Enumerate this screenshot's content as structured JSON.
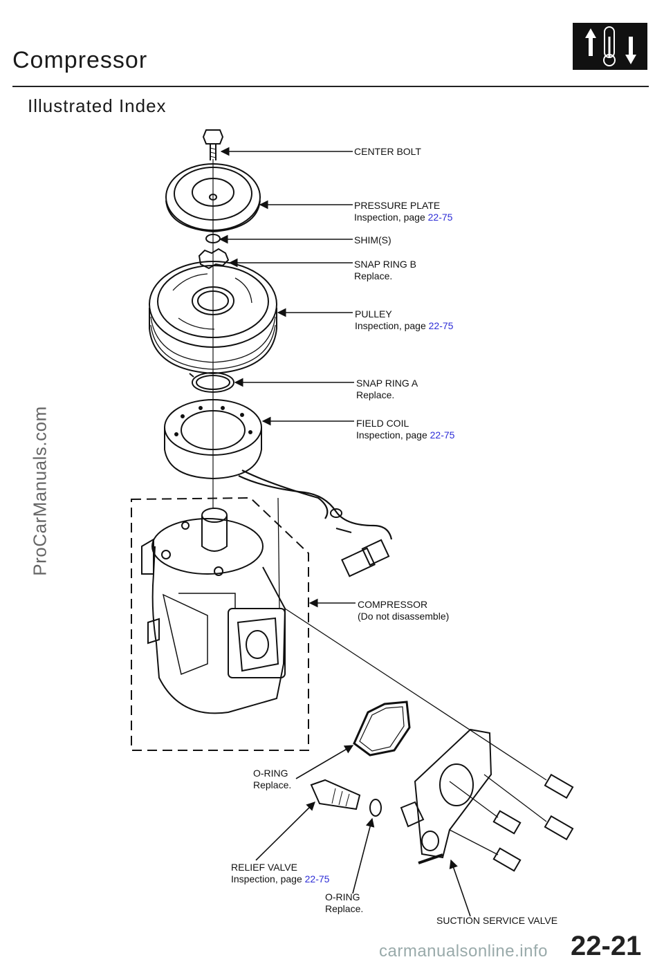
{
  "header": {
    "title": "Compressor",
    "subtitle": "Illustrated  Index",
    "section_icon": "thermometer-arrows-icon"
  },
  "watermark": "ProCarManuals.com",
  "footer": {
    "site": "carmanualsonline.info",
    "page_number": "22-21"
  },
  "parts": {
    "center_bolt": {
      "name": "CENTER  BOLT"
    },
    "pressure_plate": {
      "name": "PRESSURE PLATE",
      "note": "Inspection, page ",
      "page": "22-75"
    },
    "shims": {
      "name": "SHIM(S)"
    },
    "snap_ring_b": {
      "name": "SNAP  RING  B",
      "note": "Replace."
    },
    "pulley": {
      "name": "PULLEY",
      "note": "Inspection, page ",
      "page": "22-75"
    },
    "snap_ring_a": {
      "name": "SNAP  RING  A",
      "note": "Replace."
    },
    "field_coil": {
      "name": "FIELD COIL",
      "note": "Inspection, page ",
      "page": "22-75"
    },
    "compressor": {
      "name": "COMPRESSOR",
      "note": "(Do  not  disassemble)"
    },
    "o_ring_1": {
      "name": "O-RING",
      "note": "Replace."
    },
    "relief_valve": {
      "name": "RELIEF VALVE",
      "note": "Inspection, page ",
      "page": "22-75"
    },
    "o_ring_2": {
      "name": "O-RING",
      "note": "Replace."
    },
    "suction_service_valve": {
      "name": "SUCTION  SERVICE  VALVE"
    }
  },
  "colors": {
    "link": "#2b2bd6",
    "ink": "#111111"
  }
}
